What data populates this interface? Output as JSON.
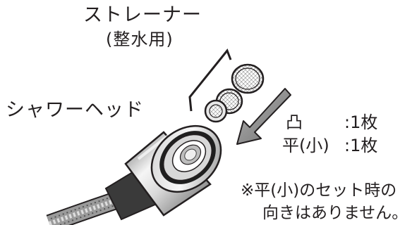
{
  "labels": {
    "strainer_title": "ストレーナー",
    "strainer_subtitle": "(整水用)",
    "shower_head": "シャワーヘッド"
  },
  "parts": [
    {
      "name": "凸",
      "count": ":1枚"
    },
    {
      "name": "平(小)",
      "count": ":1枚"
    }
  ],
  "note": {
    "line1": "※平(小)のセット時の",
    "line2": "向きはありません。"
  },
  "colors": {
    "ink": "#231f20",
    "metal_light": "#f4f4f4",
    "metal_dark": "#6d6d6d",
    "arrow_fill": "#8a8a8a"
  }
}
